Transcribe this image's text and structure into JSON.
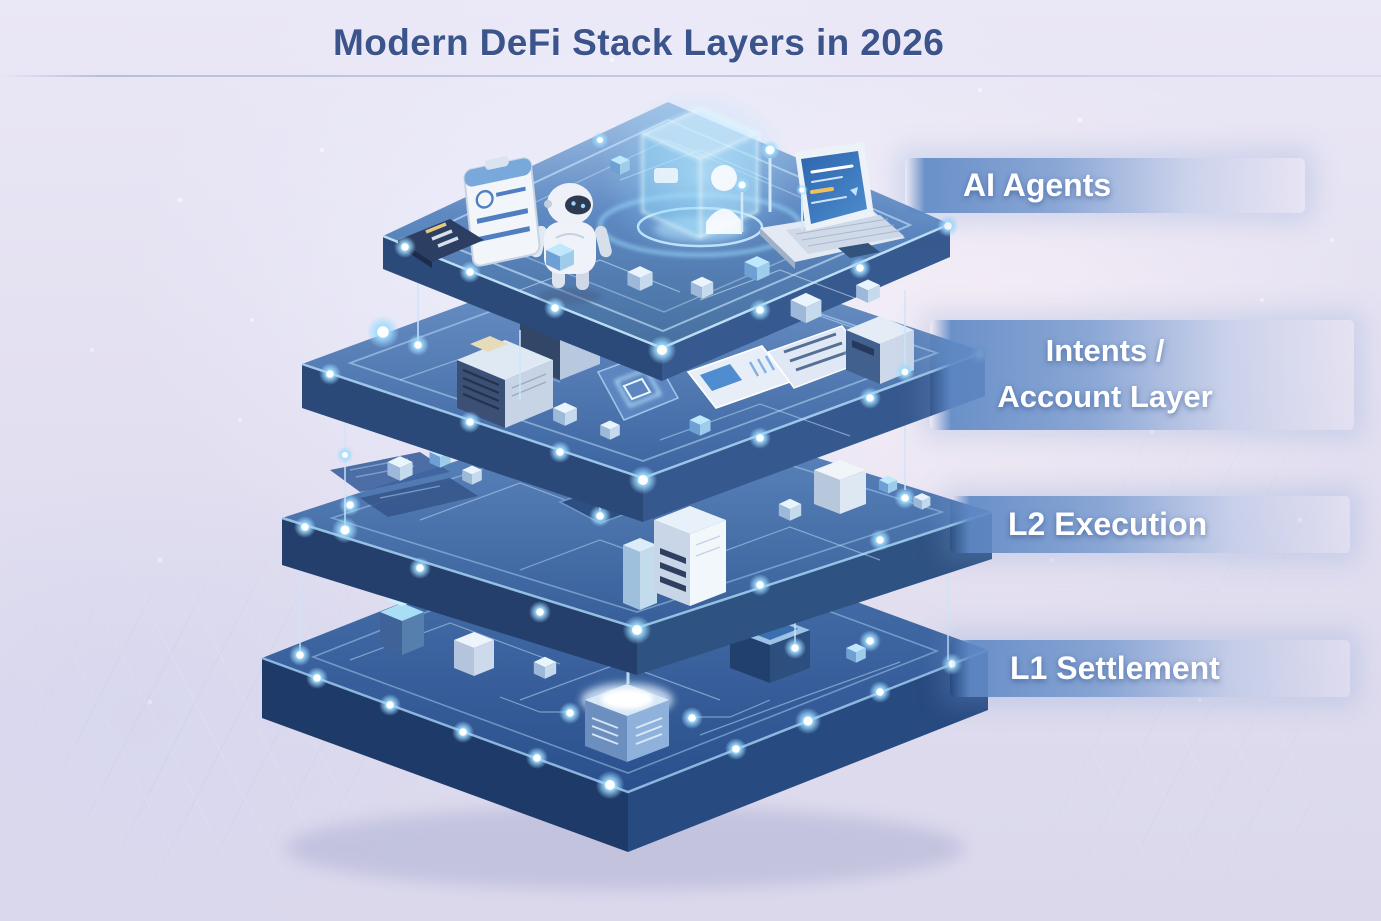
{
  "title": "Modern DeFi Stack Layers in 2026",
  "layers": [
    {
      "id": "ai-agents",
      "label": "AI Agents"
    },
    {
      "id": "intents-account",
      "label": "Intents / Account Layer",
      "label_lines": [
        "Intents /",
        "Account Layer"
      ]
    },
    {
      "id": "l2-execution",
      "label": "L2 Execution"
    },
    {
      "id": "l1-settlement",
      "label": "L1 Settlement"
    }
  ],
  "icons": [
    "robot-icon",
    "hologram-cube-icon",
    "person-silhouette-icon",
    "laptop-icon",
    "clipboard-icon",
    "document-folder-icon",
    "server-icon",
    "chip-icon",
    "card-panel-icon",
    "browser-panel-icon",
    "server-cabinet-icon",
    "vault-box-icon",
    "glow-node-icon",
    "antenna-icon",
    "cube-icon"
  ],
  "colors": {
    "background": "#e3e0f1",
    "title_text": "#3c548c",
    "label_text": "#ffffff",
    "label_band": "#7498ce",
    "platform_top": "#5681ba",
    "platform_side": "#2b4a7a",
    "platform_dark": "#1e3a68",
    "glow_accent": "#9fdcff"
  }
}
